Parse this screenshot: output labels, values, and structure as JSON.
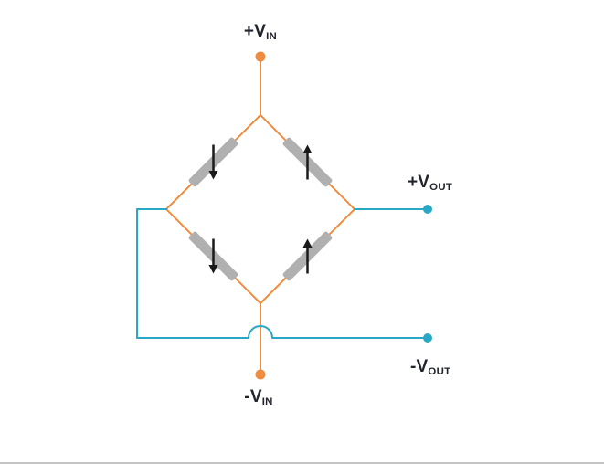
{
  "colors": {
    "background": "#ffffff",
    "wire-orange": "#f08c3f",
    "wire-teal": "#29a8c5",
    "resistor-gray": "#b0b0b0",
    "arrow-black": "#1a1a1a",
    "label-dark": "#21242c",
    "border-gray": "#c4c4c4"
  },
  "diagram": {
    "type": "wheatstone-full-bridge-strain-gauge",
    "labels": {
      "vin_pos": {
        "main": "+V",
        "sub": "IN"
      },
      "vin_neg": {
        "main": "-V",
        "sub": "IN"
      },
      "vout_pos": {
        "main": "+V",
        "sub": "OUT"
      },
      "vout_neg": {
        "main": "-V",
        "sub": "OUT"
      }
    },
    "gauges": [
      {
        "location": "top-left",
        "arrow": "down"
      },
      {
        "location": "top-right",
        "arrow": "up"
      },
      {
        "location": "bottom-left",
        "arrow": "down"
      },
      {
        "location": "bottom-right",
        "arrow": "up"
      }
    ]
  }
}
